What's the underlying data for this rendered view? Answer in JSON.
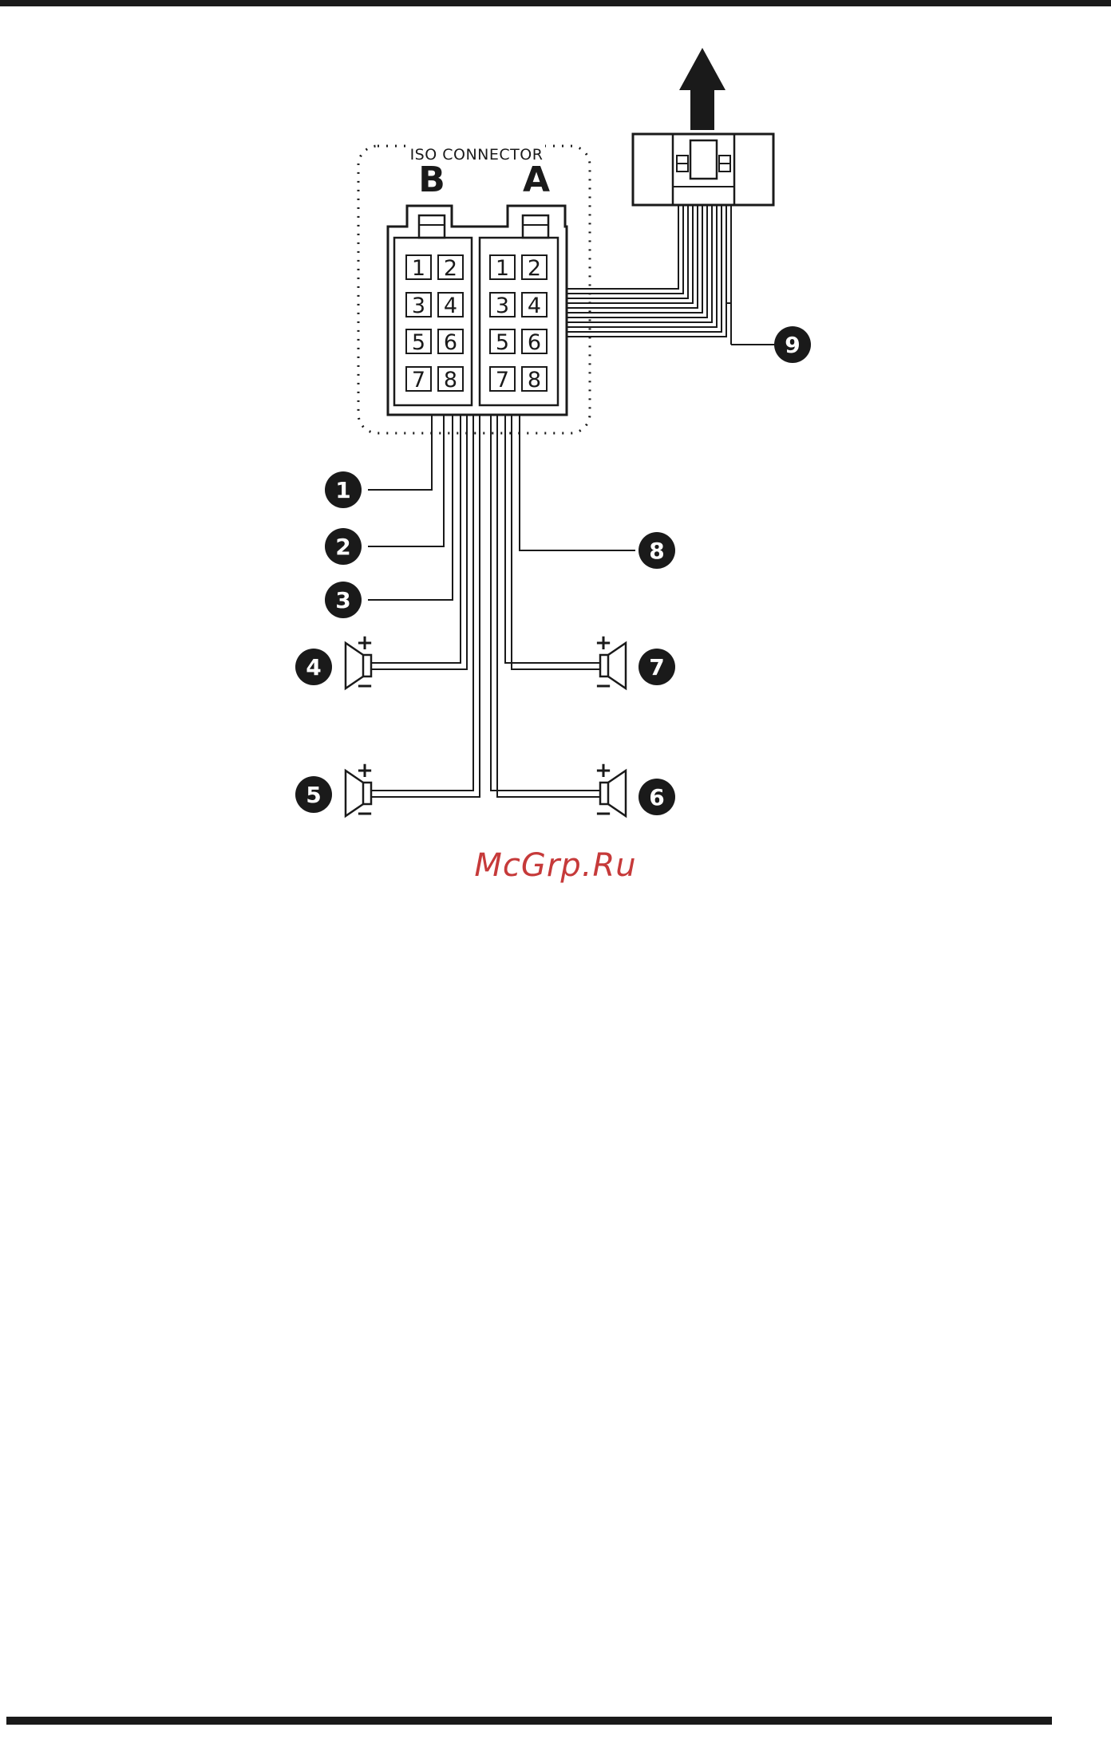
{
  "connector": {
    "title": "ISO CONNECTOR",
    "block_b": "B",
    "block_a": "A",
    "pins": [
      "1",
      "2",
      "3",
      "4",
      "5",
      "6",
      "7",
      "8"
    ]
  },
  "callouts": [
    "1",
    "2",
    "3",
    "4",
    "5",
    "6",
    "7",
    "8",
    "9"
  ],
  "polarity": {
    "plus": "+",
    "minus": "−"
  },
  "watermark": "McGrp.Ru",
  "colors": {
    "ink": "#1a1a1a",
    "watermark": "#c63a3a"
  }
}
